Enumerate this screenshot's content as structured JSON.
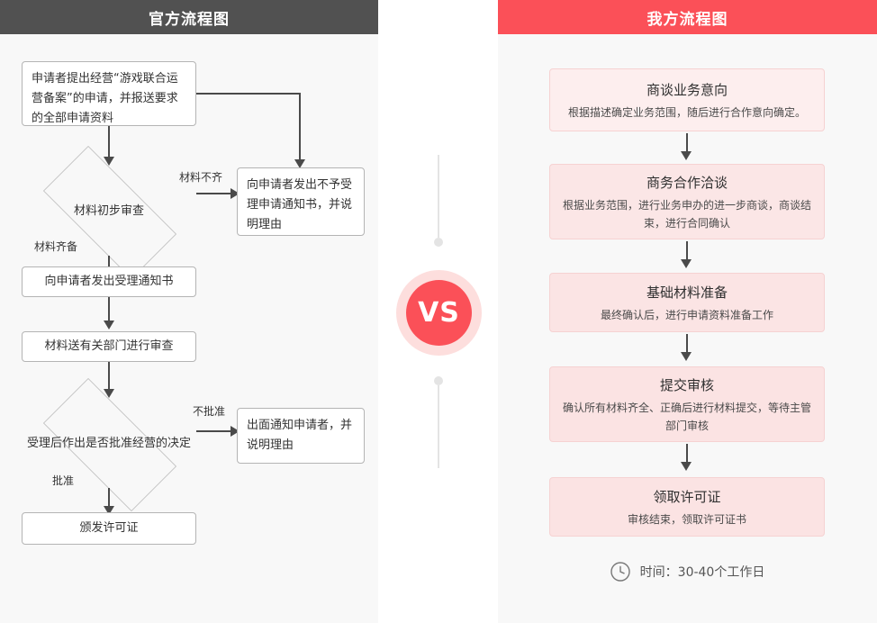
{
  "left_panel": {
    "header_title": "官方流程图",
    "header_color": "#515151",
    "steps": {
      "apply": "申请者提出经营“游戏联合运营备案”的申请，并报送要求的全部申请资料",
      "reject_notice": "向申请者发出不予受理申请通知书，并说明理由",
      "initial_review": "材料初步审查",
      "accept_notice": "向申请者发出受理通知书",
      "send_dept": "材料送有关部门进行审查",
      "decision": "受理后作出是否批准经营的决定",
      "decline_notice": "出面通知申请者，并说明理由",
      "issue_license": "颁发许可证"
    },
    "edge_labels": {
      "not_complete": "材料不齐",
      "complete": "材料齐备",
      "not_approved": "不批准",
      "approved": "批准"
    }
  },
  "right_panel": {
    "header_title": "我方流程图",
    "header_color": "#fb5058",
    "steps": [
      {
        "title": "商谈业务意向",
        "desc": "根据描述确定业务范围，随后进行合作意向确定。",
        "fill": "#fdeeee"
      },
      {
        "title": "商务合作洽谈",
        "desc": "根据业务范围，进行业务申办的进一步商谈，商谈结束，进行合同确认",
        "fill": "#fbe6e6"
      },
      {
        "title": "基础材料准备",
        "desc": "最终确认后，进行申请资料准备工作",
        "fill": "#fbe4e4"
      },
      {
        "title": "提交审核",
        "desc": "确认所有材料齐全、正确后进行材料提交，等待主管部门审核",
        "fill": "#fbe3e3"
      },
      {
        "title": "领取许可证",
        "desc": "审核结束，领取许可证书",
        "fill": "#fbe3e3"
      }
    ],
    "footer": {
      "icon": "clock-icon",
      "text": "时间：30-40个工作日"
    }
  },
  "center": {
    "vs_label": "VS",
    "circle_color": "#fb5058",
    "halo_color": "#fddedd",
    "divider_color": "#e4e4e4"
  }
}
